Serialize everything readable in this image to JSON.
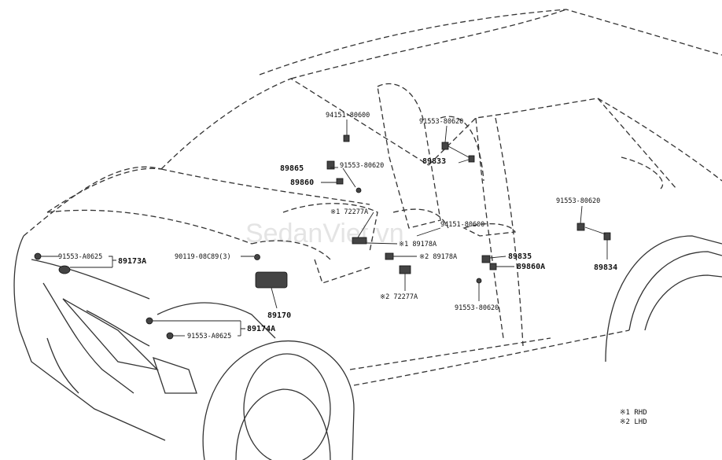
{
  "watermark": "SedanViet.vn",
  "callouts": {
    "c94151_top": "94151-80600",
    "c91553_top": "91553-80620",
    "c89865": "89865",
    "c91553_mid": "91553-80620",
    "c89833": "89833",
    "c89860": "89860",
    "c72277A_1": "※1 72277A",
    "c91553_right": "91553-80620",
    "c94151_mid": "94151-80600",
    "c91553_A0625_top": "91553-A0625",
    "c89173A": "89173A",
    "c90119": "90119-08C89(3)",
    "c89178A_1": "※1 89178A",
    "c89178A_2": "※2 89178A",
    "c89835": "89835",
    "c89834": "89834",
    "c89860A": "89860A",
    "c72277A_2": "※2 72277A",
    "c91553_bottom": "91553-80620",
    "c89170": "89170",
    "c89174A": "89174A",
    "c91553_A0625_bot": "91553-A0625"
  },
  "legend": {
    "rhd": "※1 RHD",
    "lhd": "※2 LHD"
  }
}
